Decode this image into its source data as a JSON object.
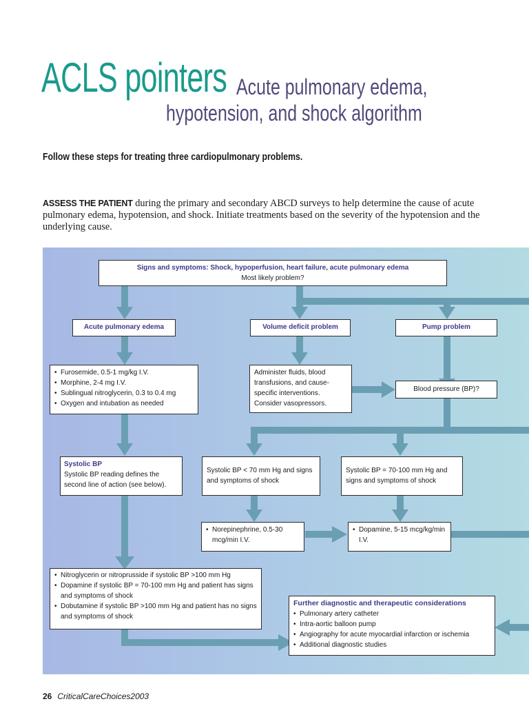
{
  "title": {
    "main": "ACLS pointers",
    "sub_line1": "Acute pulmonary edema,",
    "sub_line2": "hypotension, and shock algorithm"
  },
  "intro": "Follow these steps for treating three cardiopulmonary problems.",
  "assess": {
    "lead": "ASSESS THE PATIENT",
    "text": " during the primary and secondary ABCD surveys to help determine the cause of acute pulmonary edema, hypotension, and shock. Initiate treatments based on the severity of the hypotension and the underlying cause."
  },
  "diagram": {
    "colors": {
      "arrow": "#6a9fb3",
      "background_left": "#a7b8e4",
      "background_right": "#b3dbe3",
      "header_text": "#3d3a8a"
    },
    "signs": {
      "title": "Signs and symptoms: Shock, hypoperfusion, heart failure, acute pulmonary edema",
      "question": "Most likely problem?"
    },
    "ape_label": "Acute pulmonary edema",
    "volume_label": "Volume deficit problem",
    "pump_label": "Pump problem",
    "ape_treatment": [
      "Furosemide, 0.5-1 mg/kg I.V.",
      "Morphine, 2-4 mg I.V.",
      "Sublingual nitroglycerin, 0.3 to 0.4 mg",
      "Oxygen and intubation as needed"
    ],
    "volume_treatment": "Administer fluids, blood transfusions, and cause-specific interventions. Consider vasopressors.",
    "bp_question": "Blood pressure (BP)?",
    "systolic": {
      "title": "Systolic BP",
      "text": "Systolic BP reading defines the second line of action (see below)."
    },
    "low_bp": "Systolic BP < 70 mm Hg and signs and symptoms of shock",
    "mid_bp": "Systolic BP = 70-100 mm Hg and signs and symptoms of shock",
    "norepi": [
      "Norepinephrine, 0.5-30 mcg/min I.V."
    ],
    "dopamine": [
      "Dopamine, 5-15 mcg/kg/min I.V."
    ],
    "second_line": [
      "Nitroglycerin or nitroprusside if systolic BP >100 mm Hg",
      "Dopamine if systolic BP = 70-100 mm Hg and patient has signs and symptoms of shock",
      "Dobutamine if systolic BP >100 mm Hg and patient has no signs and symptoms of shock"
    ],
    "further": {
      "title": "Further diagnostic and therapeutic considerations",
      "items": [
        "Pulmonary artery catheter",
        "Intra-aortic balloon pump",
        "Angiography for acute myocardial infarction or ischemia",
        "Additional diagnostic studies"
      ]
    }
  },
  "footer": {
    "page": "26",
    "magazine": "CriticalCareChoices2003"
  }
}
